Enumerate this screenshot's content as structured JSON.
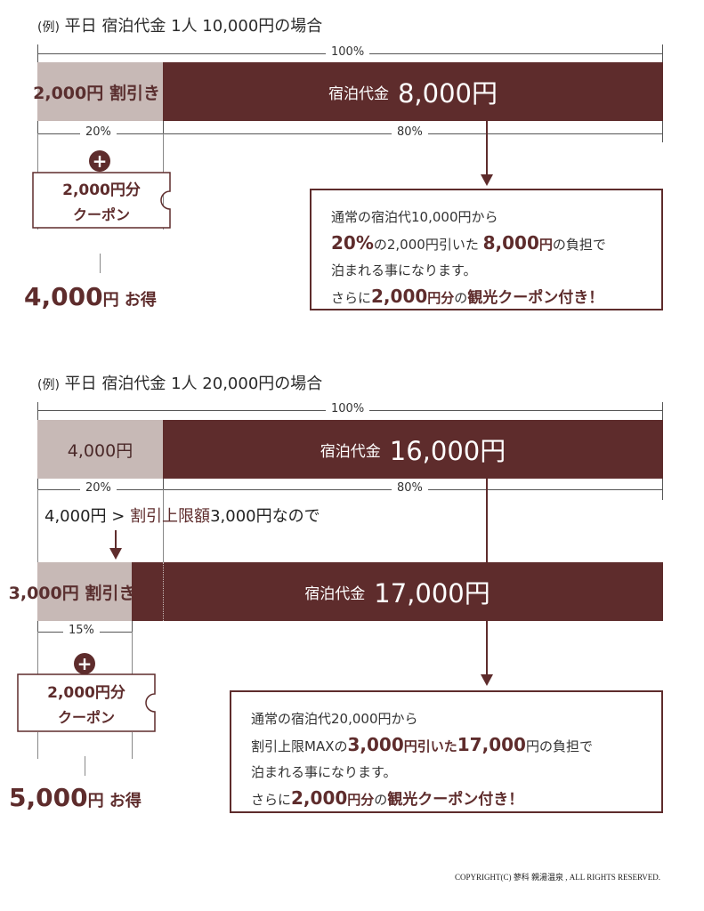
{
  "section1": {
    "heading_prefix": "(例)",
    "heading": "平日 宿泊代金 1人 10,000円の場合",
    "total_pct": "100%",
    "discount_label": "2,000円 割引き",
    "pay_label": "宿泊代金",
    "pay_amount": "8,000円",
    "discount_pct": "20%",
    "pay_pct": "80%",
    "coupon_line1": "2,000円分",
    "coupon_line2": "クーポン",
    "gain_number": "4,000",
    "gain_unit": "円 お得",
    "box": {
      "line1": "通常の宿泊代10,000円から",
      "line2_a": "20%",
      "line2_b": "の2,000円引いた",
      "line2_c": "8,000",
      "line2_d": "円",
      "line2_e": "の負担で",
      "line3": "泊まれる事になります。",
      "line4_a": "さらに",
      "line4_b": "2,000",
      "line4_c": "円分",
      "line4_d": "の",
      "line4_e": "観光クーポン付き！"
    }
  },
  "section2": {
    "heading_prefix": "(例)",
    "heading": "平日 宿泊代金 1人 20,000円の場合",
    "total_pct": "100%",
    "discount_label": "4,000円",
    "pay_label": "宿泊代金",
    "pay_amount": "16,000円",
    "discount_pct": "20%",
    "pay_pct": "80%",
    "note_a": "4,000円",
    "note_b": " > ",
    "note_c": "割引上限額",
    "note_d": "3,000円",
    "note_e": "なので",
    "discount2_label": "3,000円 割引き",
    "pay2_label": "宿泊代金",
    "pay2_amount": "17,000円",
    "discount2_pct": "15%",
    "coupon_line1": "2,000円分",
    "coupon_line2": "クーポン",
    "gain_number": "5,000",
    "gain_unit": "円 お得",
    "box": {
      "line1": "通常の宿泊代20,000円から",
      "line2_a": "割引上限MAXの",
      "line2_b": "3,000",
      "line2_c": "円引いた",
      "line2_d": "17,000",
      "line2_e": "円の負担で",
      "line3": "泊まれる事になります。",
      "line4_a": "さらに",
      "line4_b": "2,000",
      "line4_c": "円分",
      "line4_d": "の",
      "line4_e": "観光クーポン付き！"
    }
  },
  "copyright": "COPYRIGHT(C) 蓼科 親湯温泉 , ALL RIGHTS RESERVED.",
  "colors": {
    "brand": "#5e2c2c",
    "discount": "#c7b9b6"
  }
}
